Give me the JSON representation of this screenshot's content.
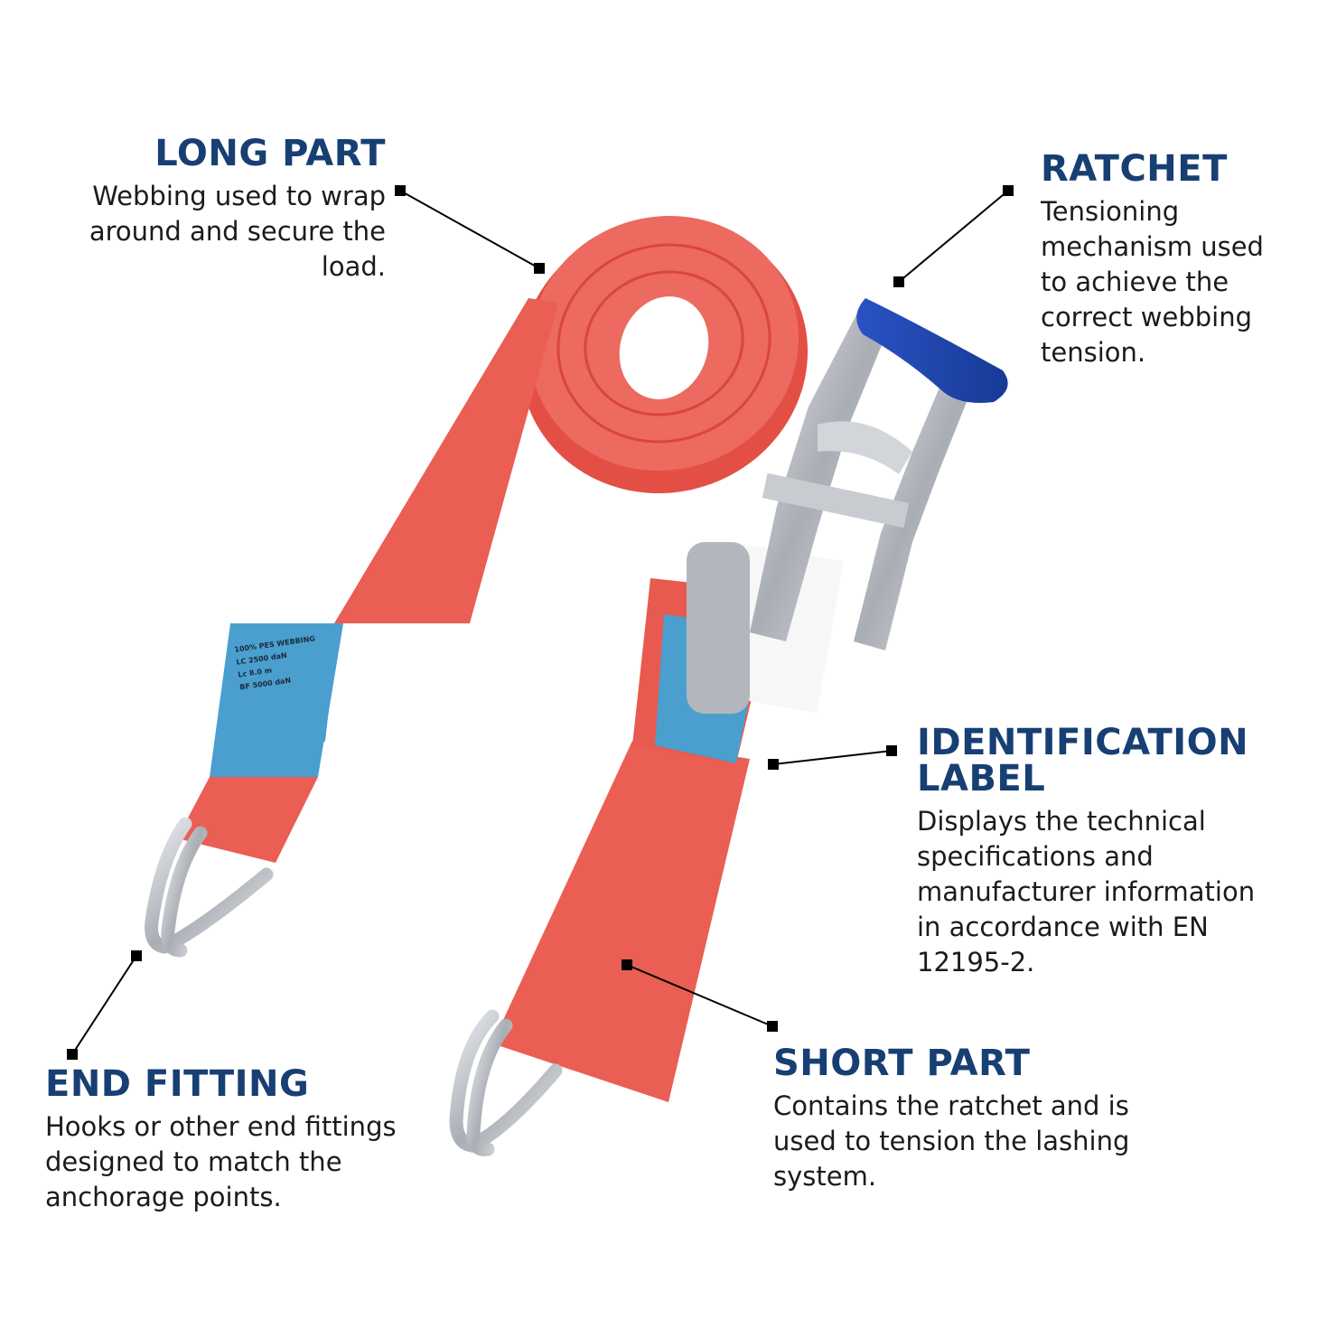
{
  "colors": {
    "heading": "#173f73",
    "body_text": "#1b1b1b",
    "webbing_red": "#e85a4f",
    "label_blue": "#4a9fcf",
    "handle_blue": "#2046b0",
    "metal": "#b9bcc2"
  },
  "callouts": {
    "long_part": {
      "title": "LONG PART",
      "lines": [
        "Webbing used to wrap",
        "around and secure the",
        "load."
      ]
    },
    "ratchet": {
      "title": "RATCHET",
      "lines": [
        "Tensioning",
        "mechanism used",
        "to achieve the",
        "correct webbing",
        "tension."
      ]
    },
    "identification_label": {
      "title_lines": [
        "IDENTIFICATION",
        "LABEL"
      ],
      "lines": [
        "Displays the technical",
        "specifications and",
        "manufacturer information",
        "in accordance with EN",
        "12195-2."
      ]
    },
    "short_part": {
      "title": "SHORT PART",
      "lines": [
        "Contains the ratchet and is",
        "used to tension the lashing",
        "system."
      ]
    },
    "end_fitting": {
      "title": "END FITTING",
      "lines": [
        "Hooks or other end fittings",
        "designed to match the",
        "anchorage points."
      ]
    }
  },
  "labels_printed": {
    "long_label": [
      "100% PES WEBBING",
      "LC 2500 daN",
      "Lc 8.0 m",
      "BF 5000 daN"
    ]
  }
}
